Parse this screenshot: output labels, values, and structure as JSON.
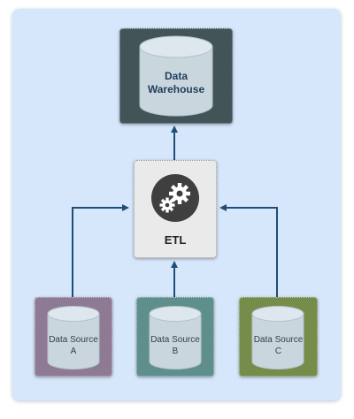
{
  "diagram": {
    "warehouse": {
      "label": "Data\nWarehouse"
    },
    "etl": {
      "label": "ETL",
      "icon": "gears-icon"
    },
    "sources": [
      {
        "label": "Data Source\nA",
        "color": "#8f7a94"
      },
      {
        "label": "Data Source\nB",
        "color": "#5f8f8c"
      },
      {
        "label": "Data Source\nC",
        "color": "#758c4b"
      }
    ],
    "colors": {
      "panel": "#d6e7fb",
      "arrow": "#1f4e79",
      "warehouse_box": "#425457",
      "cylinder": "#c9d6de"
    }
  }
}
